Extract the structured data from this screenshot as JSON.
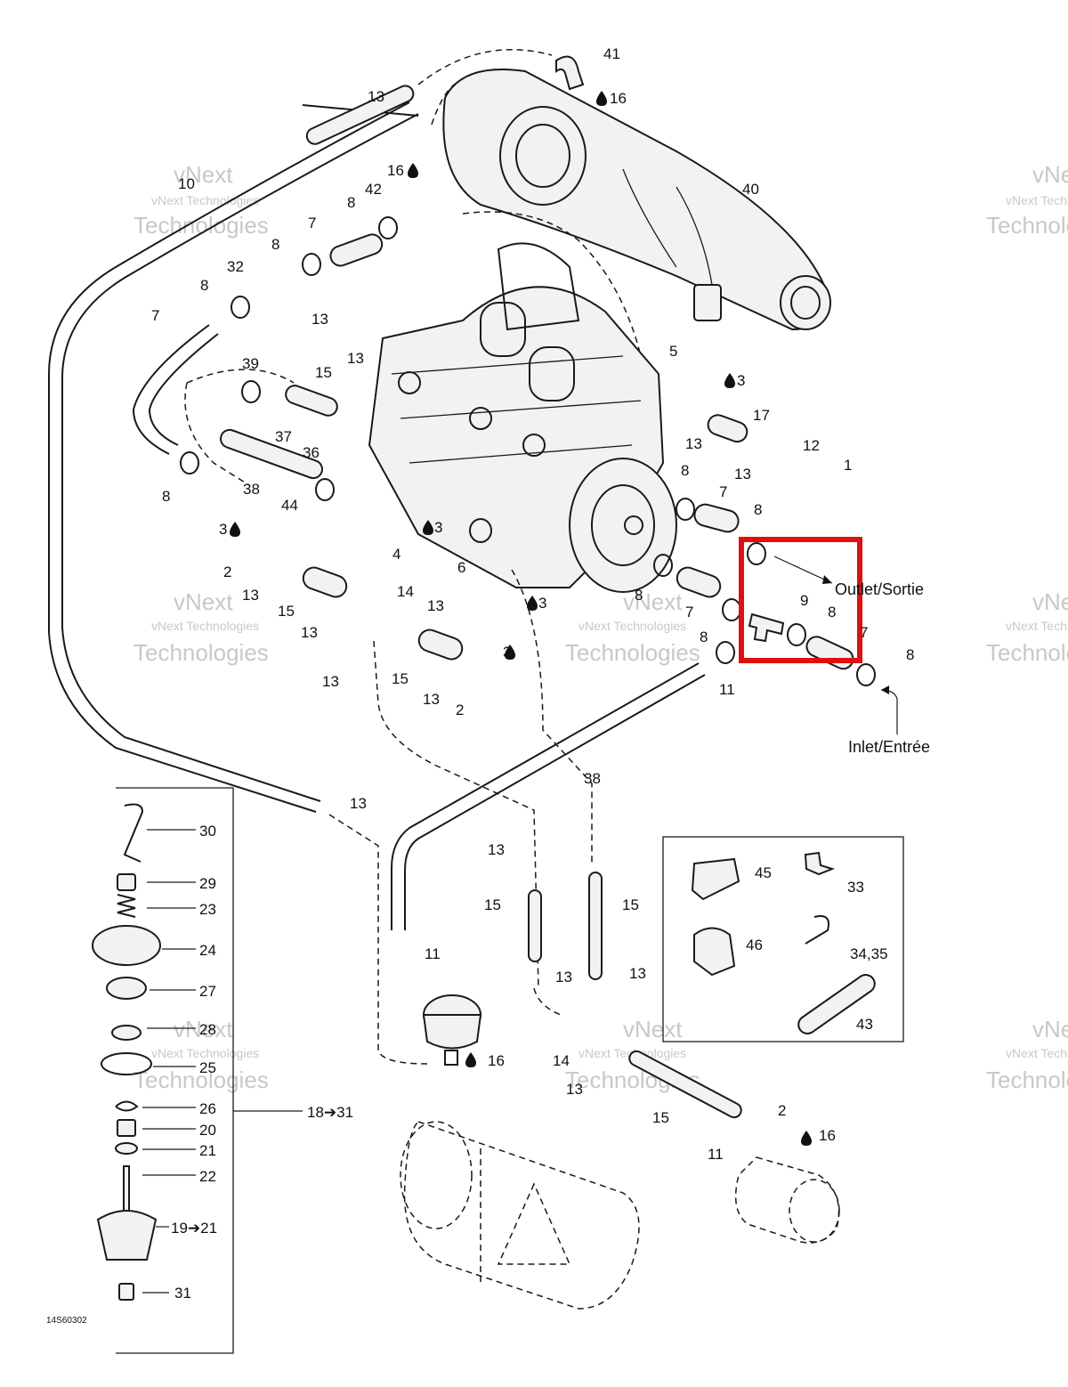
{
  "figure_code": "14S60302",
  "highlight_color": "#e01010",
  "annotations": {
    "outlet": "Outlet/Sortie",
    "inlet": "Inlet/Entrée"
  },
  "watermark": {
    "line1": "vNext Technologies",
    "line2": "Technologies",
    "overlay": "vNext"
  },
  "callouts": [
    {
      "id": "c41",
      "label": "41"
    },
    {
      "id": "c16a",
      "label": "16"
    },
    {
      "id": "c13a",
      "label": "13"
    },
    {
      "id": "c10",
      "label": "10"
    },
    {
      "id": "c16b",
      "label": "16"
    },
    {
      "id": "c42",
      "label": "42"
    },
    {
      "id": "c40",
      "label": "40"
    },
    {
      "id": "c8a",
      "label": "8"
    },
    {
      "id": "c7a",
      "label": "7"
    },
    {
      "id": "c8b",
      "label": "8"
    },
    {
      "id": "c32",
      "label": "32"
    },
    {
      "id": "c8c",
      "label": "8"
    },
    {
      "id": "c13b",
      "label": "13"
    },
    {
      "id": "c7b",
      "label": "7"
    },
    {
      "id": "c39",
      "label": "39"
    },
    {
      "id": "c15a",
      "label": "15"
    },
    {
      "id": "c13c",
      "label": "13"
    },
    {
      "id": "c5",
      "label": "5"
    },
    {
      "id": "c3a",
      "label": "3"
    },
    {
      "id": "c17",
      "label": "17"
    },
    {
      "id": "c13d",
      "label": "13"
    },
    {
      "id": "c12",
      "label": "12"
    },
    {
      "id": "c13e",
      "label": "13"
    },
    {
      "id": "c1",
      "label": "1"
    },
    {
      "id": "c37",
      "label": "37"
    },
    {
      "id": "c36",
      "label": "36"
    },
    {
      "id": "c8d",
      "label": "8"
    },
    {
      "id": "c38a",
      "label": "38"
    },
    {
      "id": "c44",
      "label": "44"
    },
    {
      "id": "c3b",
      "label": "3"
    },
    {
      "id": "c3c",
      "label": "3"
    },
    {
      "id": "c4",
      "label": "4"
    },
    {
      "id": "c2a",
      "label": "2"
    },
    {
      "id": "c8e",
      "label": "8"
    },
    {
      "id": "c7c",
      "label": "7"
    },
    {
      "id": "c8f",
      "label": "8"
    },
    {
      "id": "c13f",
      "label": "13"
    },
    {
      "id": "c15b",
      "label": "15"
    },
    {
      "id": "c14a",
      "label": "14"
    },
    {
      "id": "c13g",
      "label": "13"
    },
    {
      "id": "c13h",
      "label": "13"
    },
    {
      "id": "c6",
      "label": "6"
    },
    {
      "id": "c3d",
      "label": "3"
    },
    {
      "id": "c8g",
      "label": "8"
    },
    {
      "id": "c7d",
      "label": "7"
    },
    {
      "id": "c8h",
      "label": "8"
    },
    {
      "id": "c9",
      "label": "9"
    },
    {
      "id": "c8i",
      "label": "8"
    },
    {
      "id": "c7e",
      "label": "7"
    },
    {
      "id": "c8j",
      "label": "8"
    },
    {
      "id": "c13i",
      "label": "13"
    },
    {
      "id": "c15c",
      "label": "15"
    },
    {
      "id": "c3e",
      "label": "3"
    },
    {
      "id": "c13j",
      "label": "13"
    },
    {
      "id": "c2b",
      "label": "2"
    },
    {
      "id": "c11a",
      "label": "11"
    },
    {
      "id": "c38b",
      "label": "38"
    },
    {
      "id": "c30",
      "label": "30"
    },
    {
      "id": "c29",
      "label": "29"
    },
    {
      "id": "c23",
      "label": "23"
    },
    {
      "id": "c24",
      "label": "24"
    },
    {
      "id": "c27",
      "label": "27"
    },
    {
      "id": "c28",
      "label": "28"
    },
    {
      "id": "c25",
      "label": "25"
    },
    {
      "id": "c26",
      "label": "26"
    },
    {
      "id": "c20",
      "label": "20"
    },
    {
      "id": "c21",
      "label": "21"
    },
    {
      "id": "c22",
      "label": "22"
    },
    {
      "id": "c19to21",
      "label": "19➔21"
    },
    {
      "id": "c31",
      "label": "31"
    },
    {
      "id": "c18to31",
      "label": "18➔31"
    },
    {
      "id": "c13k",
      "label": "13"
    },
    {
      "id": "c13l",
      "label": "13"
    },
    {
      "id": "c15d",
      "label": "15"
    },
    {
      "id": "c15e",
      "label": "15"
    },
    {
      "id": "c11b",
      "label": "11"
    },
    {
      "id": "c13m",
      "label": "13"
    },
    {
      "id": "c13n",
      "label": "13"
    },
    {
      "id": "c14b",
      "label": "14"
    },
    {
      "id": "c16c",
      "label": "16"
    },
    {
      "id": "c13o",
      "label": "13"
    },
    {
      "id": "c15f",
      "label": "15"
    },
    {
      "id": "c2c",
      "label": "2"
    },
    {
      "id": "c16d",
      "label": "16"
    },
    {
      "id": "c11c",
      "label": "11"
    },
    {
      "id": "c45",
      "label": "45"
    },
    {
      "id": "c33",
      "label": "33"
    },
    {
      "id": "c46",
      "label": "46"
    },
    {
      "id": "c3435",
      "label": "34,35"
    },
    {
      "id": "c43",
      "label": "43"
    }
  ]
}
